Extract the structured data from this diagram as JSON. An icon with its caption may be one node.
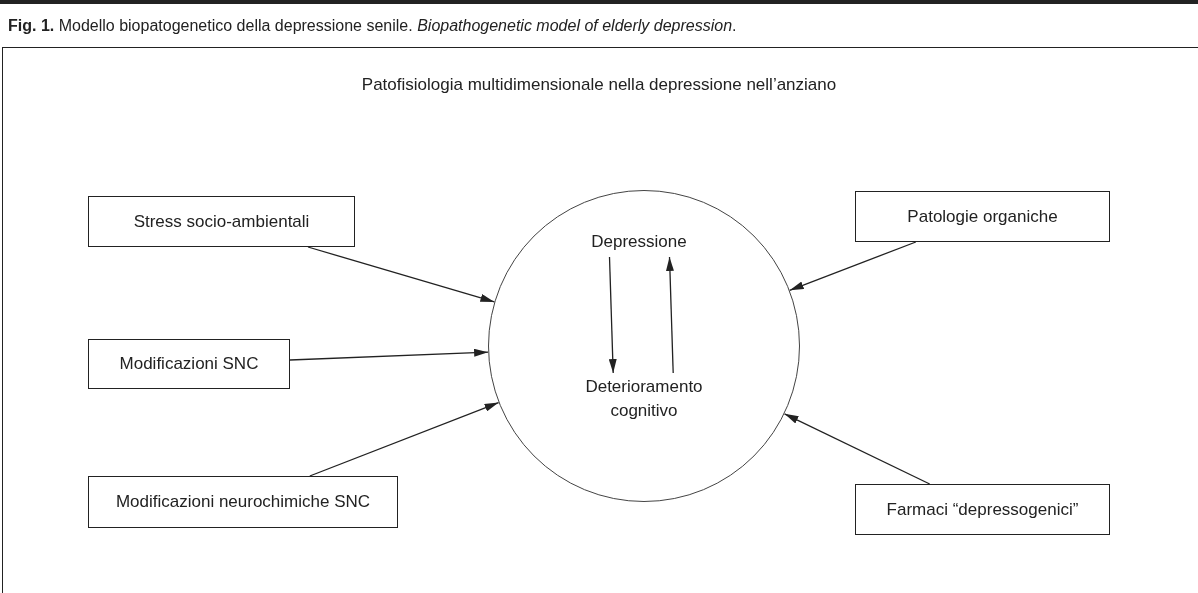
{
  "diagram": {
    "title": "Patofisiologia multidimensionale nella depressione nell’anziano",
    "caption": "**Fig. 1.** Modello biopatogenetico della depressione senile. *Biopathogenetic model of elderly depression*.",
    "nodes": [
      {
        "text": [
          "Stress socio-ambientali"
        ]
      },
      {
        "text": [
          "Patologie organiche"
        ]
      },
      {
        "text": [],
        "shape": "circle"
      },
      {
        "text": [
          "Depressione"
        ],
        "in": 2
      },
      {
        "text": [
          "Deterioramento cognitivo"
        ],
        "in": 2
      },
      {
        "text": [
          "Modificazioni SNC"
        ]
      },
      {
        "text": [
          "Modificazioni neurochimiche SNC"
        ]
      },
      {
        "text": [
          "Farmaci “depressogenici”"
        ]
      }
    ],
    "edges": [
      {
        "from": 0,
        "to": 2,
        "arrow": "to"
      },
      {
        "from": 1,
        "to": 2,
        "arrow": "to"
      },
      {
        "from": 5,
        "to": 2,
        "arrow": "to"
      },
      {
        "from": 6,
        "to": 2,
        "arrow": "to"
      },
      {
        "from": 7,
        "to": 2,
        "arrow": "to"
      },
      {
        "from": 4,
        "to": 3,
        "arrow": "to"
      },
      {
        "from": 3,
        "to": 4,
        "arrow": "to"
      }
    ]
  }
}
